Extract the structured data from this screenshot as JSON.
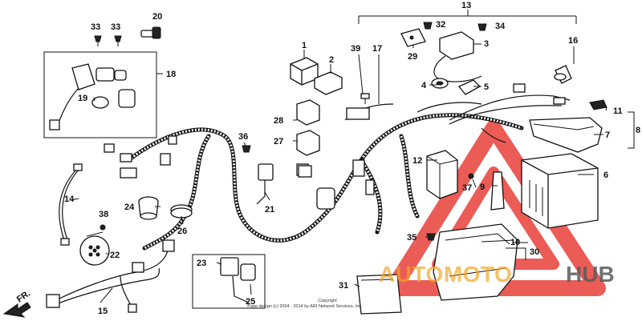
{
  "callouts": [
    "1",
    "2",
    "3",
    "4",
    "5",
    "6",
    "7",
    "8",
    "9",
    "10",
    "11",
    "12",
    "13",
    "14",
    "15",
    "16",
    "17",
    "18",
    "19",
    "20",
    "21",
    "22",
    "23",
    "24",
    "25",
    "26",
    "27",
    "28",
    "29",
    "30",
    "31",
    "32",
    "33",
    "34",
    "35",
    "36",
    "37",
    "38",
    "39"
  ],
  "direction_label": "FR.",
  "copyright": {
    "line1": "Copyright",
    "line2": "Page design (c) 2004 - 2014 by ARI Network Services, Inc."
  },
  "watermark": {
    "part1": "AUTOMOTO",
    "part2": "HUB",
    "color_primary": "#f5a623",
    "color_secondary": "#5a5a5a",
    "triangle_color": "#e8403a"
  }
}
